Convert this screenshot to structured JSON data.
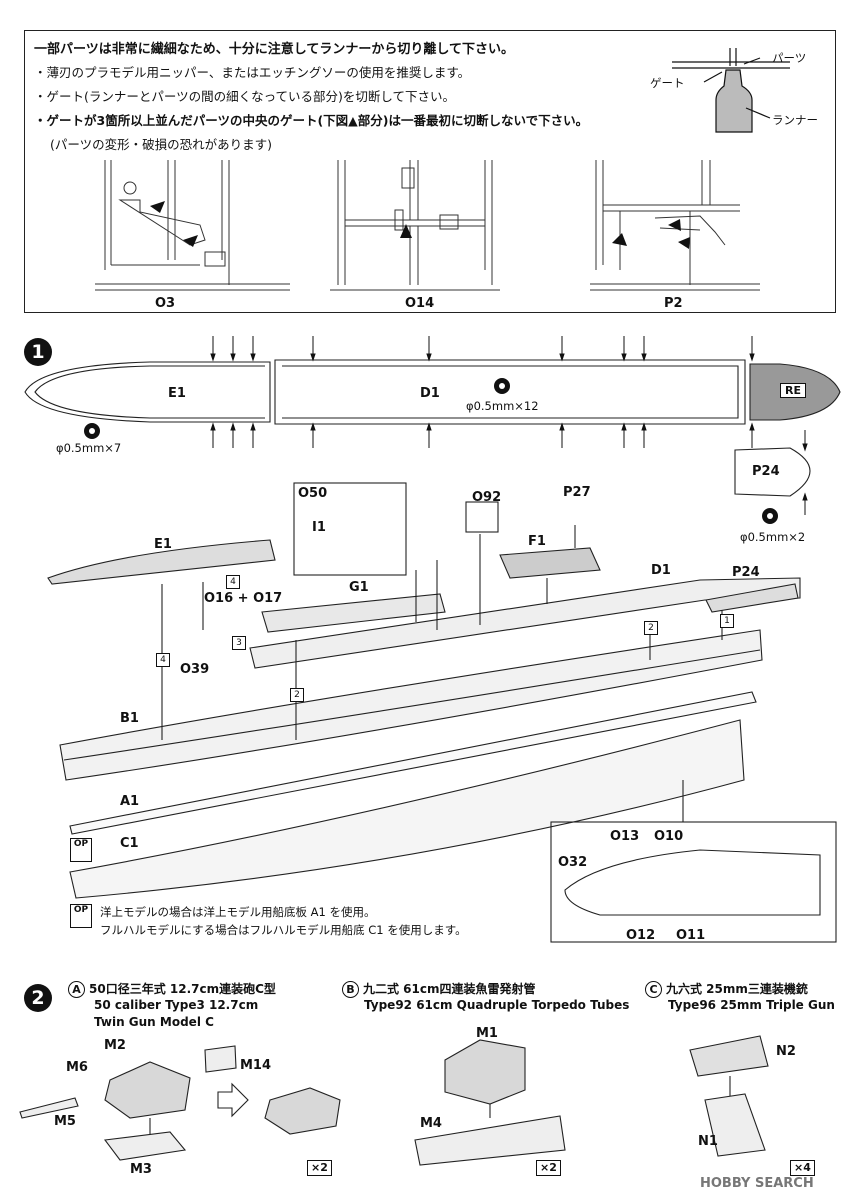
{
  "notice": {
    "heading": "一部パーツは非常に繊細なため、十分に注意してランナーから切り離して下さい。",
    "lines": [
      "・薄刃のプラモデル用ニッパー、またはエッチングソーの使用を推奨します。",
      "・ゲート(ランナーとパーツの間の細くなっている部分)を切断して下さい。",
      "・ゲートが3箇所以上並んだパーツの中央のゲート(下図▲部分)は一番最初に切断しないで下さい。",
      "(パーツの変形・破損の恐れがあります)"
    ],
    "gate_diagram": {
      "part": "パーツ",
      "gate": "ゲート",
      "runner": "ランナー"
    },
    "examples": [
      "O3",
      "O14",
      "P2"
    ]
  },
  "step1": {
    "number": "1",
    "drill_left": "φ0.5mm×7",
    "drill_center": "φ0.5mm×12",
    "drill_right": "φ0.5mm×2",
    "re_label": "RE",
    "labels": {
      "E1_top": "E1",
      "D1_top": "D1",
      "P24_top": "P24",
      "O50": "O50",
      "I1": "I1",
      "O92": "O92",
      "P27": "P27",
      "F1": "F1",
      "E1": "E1",
      "G1": "G1",
      "D1": "D1",
      "P24": "P24",
      "O16_O17": "O16 + O17",
      "O39": "O39",
      "B1": "B1",
      "A1": "A1",
      "C1": "C1",
      "O13": "O13",
      "O10": "O10",
      "O32": "O32",
      "O12": "O12",
      "O11": "O11"
    },
    "op_badge": "OP",
    "note_lines": [
      "洋上モデルの場合は洋上モデル用船底板 A1 を使用。",
      "フルハルモデルにする場合はフルハルモデル用船底 C1 を使用します。"
    ],
    "box_numbers": [
      "1",
      "2",
      "3",
      "4"
    ]
  },
  "step2": {
    "number": "2",
    "A": {
      "letter": "A",
      "jp": "50口径三年式 12.7cm連装砲C型",
      "en1": "50 caliber Type3 12.7cm",
      "en2": "Twin Gun Model C",
      "parts": [
        "M2",
        "M6",
        "M5",
        "M14",
        "M3"
      ],
      "qty": "×2"
    },
    "B": {
      "letter": "B",
      "jp": "九二式 61cm四連装魚雷発射管",
      "en1": "Type92 61cm Quadruple Torpedo Tubes",
      "parts": [
        "M1",
        "M4"
      ],
      "qty": "×2"
    },
    "C": {
      "letter": "C",
      "jp": "九六式 25mm三連装機銃",
      "en1": "Type96 25mm Triple Gun",
      "parts": [
        "N2",
        "N1"
      ],
      "qty": "×4"
    }
  },
  "watermark": "HOBBY SEARCH"
}
